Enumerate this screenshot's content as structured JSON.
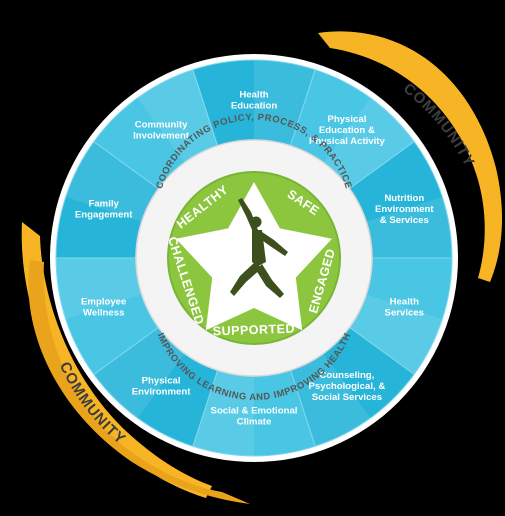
{
  "community_bands": {
    "top_label": "COMMUNITY",
    "bottom_label": "COMMUNITY",
    "color": "#f7b526"
  },
  "segments": [
    {
      "lines": [
        "Health",
        "Education"
      ]
    },
    {
      "lines": [
        "Physical",
        "Education &",
        "Physical Activity"
      ]
    },
    {
      "lines": [
        "Nutrition",
        "Environment",
        "& Services"
      ]
    },
    {
      "lines": [
        "Health",
        "Services"
      ]
    },
    {
      "lines": [
        "Counseling,",
        "Psychological, &",
        "Social Services"
      ]
    },
    {
      "lines": [
        "Social & Emotional",
        "Climate"
      ]
    },
    {
      "lines": [
        "Physical",
        "Environment"
      ]
    },
    {
      "lines": [
        "Employee",
        "Wellness"
      ]
    },
    {
      "lines": [
        "Family",
        "Engagement"
      ]
    },
    {
      "lines": [
        "Community",
        "Involvement"
      ]
    }
  ],
  "inner_ring": {
    "top_text": "COORDINATING POLICY, PROCESS, & PRACTICE",
    "bottom_text": "IMPROVING LEARNING AND IMPROVING HEALTH"
  },
  "star_words": {
    "healthy": "HEALTHY",
    "safe": "SAFE",
    "engaged": "ENGAGED",
    "supported": "SUPPORTED",
    "challenged": "CHALLENGED"
  },
  "colors": {
    "wheel_blue": "#26b5d8",
    "wheel_blue_light": "#48c6e4",
    "ring_white": "#f4f4f4",
    "star_green": "#8cc63f",
    "star_dark_green": "#79b436",
    "figure": "#3d4f1c"
  }
}
